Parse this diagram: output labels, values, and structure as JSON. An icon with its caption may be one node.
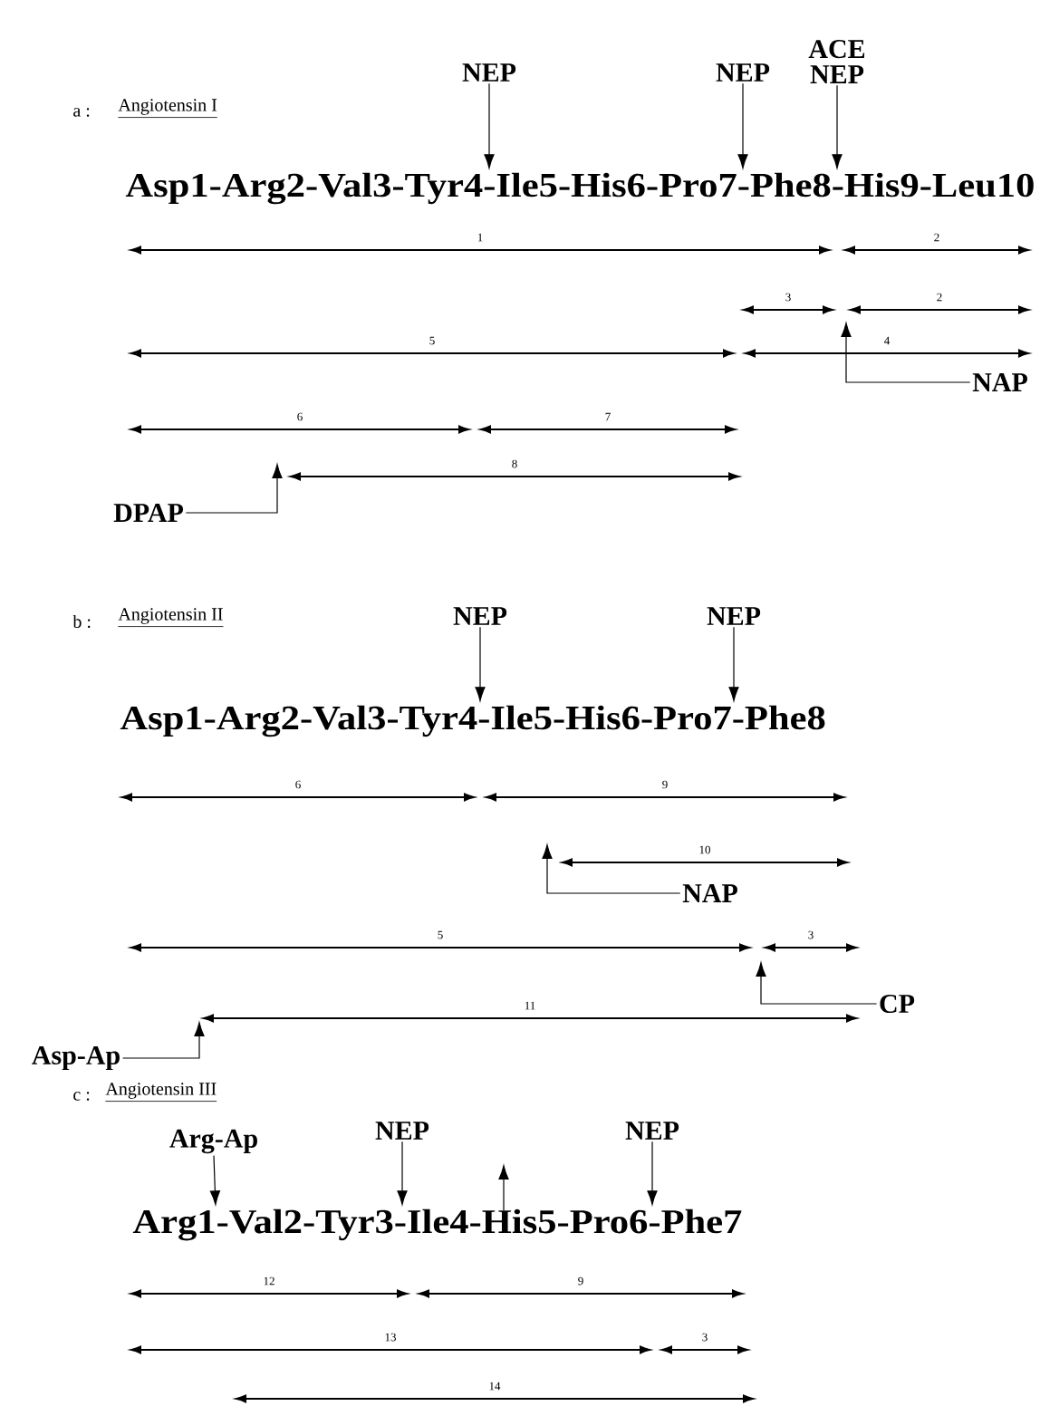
{
  "diagram": {
    "nodes": [
      {
        "text": [
          "NEP"
        ]
      },
      {
        "text": [
          "NEP"
        ]
      },
      {
        "text": [
          "ACE NEP"
        ]
      },
      {
        "text": [
          "Asp1-Arg2-Val3-Tyr4-Ile5-His6-Pro7-Phe8-His9-Leu10"
        ]
      },
      {
        "text": [
          "NAP"
        ]
      },
      {
        "text": [
          "DPAP"
        ]
      },
      {
        "text": [
          "NEP"
        ]
      },
      {
        "text": [
          "NEP"
        ]
      },
      {
        "text": [
          "Asp1-Arg2-Val3-Tyr4-Ile5-His6-Pro7-Phe8"
        ]
      },
      {
        "text": [
          "NAP"
        ]
      },
      {
        "text": [
          "CP"
        ]
      },
      {
        "text": [
          "Asp-Ap"
        ]
      },
      {
        "text": [
          "Arg-Ap"
        ]
      },
      {
        "text": [
          "NEP"
        ]
      },
      {
        "text": [
          "NEP"
        ]
      },
      {
        "text": [
          "Arg1-Val2-Tyr3-Ile4-His5-Pro6-Phe7"
        ]
      }
    ],
    "edges": [
      {
        "from": 0,
        "to": 3,
        "arrow": "to"
      },
      {
        "from": 1,
        "to": 3,
        "arrow": "to"
      },
      {
        "from": 2,
        "to": 3,
        "arrow": "to"
      },
      {
        "from": 4,
        "to": null,
        "arrow": "to"
      },
      {
        "from": 5,
        "to": null,
        "arrow": "to"
      },
      {
        "from": 6,
        "to": 8,
        "arrow": "to"
      },
      {
        "from": 7,
        "to": 8,
        "arrow": "to"
      },
      {
        "from": 9,
        "to": null,
        "arrow": "to"
      },
      {
        "from": 10,
        "to": null,
        "arrow": "to"
      },
      {
        "from": 11,
        "to": null,
        "arrow": "to"
      },
      {
        "from": 12,
        "to": 15,
        "arrow": "to"
      },
      {
        "from": 13,
        "to": 15,
        "arrow": "to"
      },
      {
        "from": 14,
        "to": 15,
        "arrow": "to"
      }
    ],
    "labels": [
      "a :",
      "Angiotensin I",
      "1",
      "2",
      "3",
      "2",
      "5",
      "4",
      "6",
      "7",
      "8",
      "b :",
      "Angiotensin II",
      "6",
      "9",
      "10",
      "5",
      "3",
      "11",
      "c :",
      "Angiotensin III",
      "12",
      "9",
      "13",
      "3",
      "14"
    ]
  }
}
